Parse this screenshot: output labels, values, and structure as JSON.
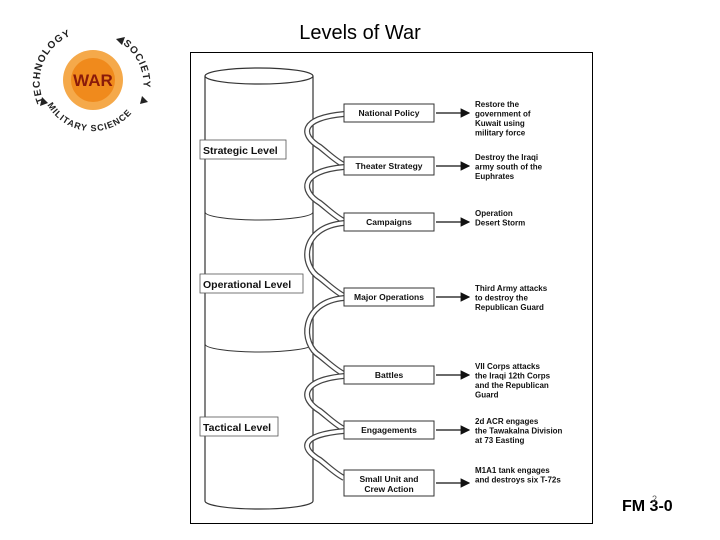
{
  "slide": {
    "title": "Levels of War",
    "footer_label": "FM 3-0",
    "page_number": "2"
  },
  "logo": {
    "ring_top": "TECHNOLOGY",
    "ring_right": "SOCIETY",
    "ring_bottom": "MILITARY SCIENCE",
    "center": "WAR",
    "center_color": "#f08a1c",
    "text_color": "#222222"
  },
  "diagram": {
    "levels": [
      {
        "label": "Strategic Level"
      },
      {
        "label": "Operational Level"
      },
      {
        "label": "Tactical Level"
      }
    ],
    "rungs": [
      {
        "box": [
          "National Policy"
        ],
        "example": [
          "Restore the",
          "government of",
          "Kuwait using",
          "military force"
        ]
      },
      {
        "box": [
          "Theater Strategy"
        ],
        "example": [
          "Destroy the Iraqi",
          "army south of the",
          "Euphrates"
        ]
      },
      {
        "box": [
          "Campaigns"
        ],
        "example": [
          "Operation",
          "Desert Storm"
        ]
      },
      {
        "box": [
          "Major Operations"
        ],
        "example": [
          "Third Army attacks",
          "to destroy the",
          "Republican Guard"
        ]
      },
      {
        "box": [
          "Battles"
        ],
        "example": [
          "VII Corps attacks",
          "the Iraqi 12th Corps",
          "and the Republican",
          "Guard"
        ]
      },
      {
        "box": [
          "Engagements"
        ],
        "example": [
          "2d ACR engages",
          "the Tawakalna Division",
          "at 73 Easting"
        ]
      },
      {
        "box": [
          "Small Unit and",
          "Crew Action"
        ],
        "example": [
          "M1A1 tank engages",
          "and destroys six T-72s"
        ]
      }
    ]
  }
}
